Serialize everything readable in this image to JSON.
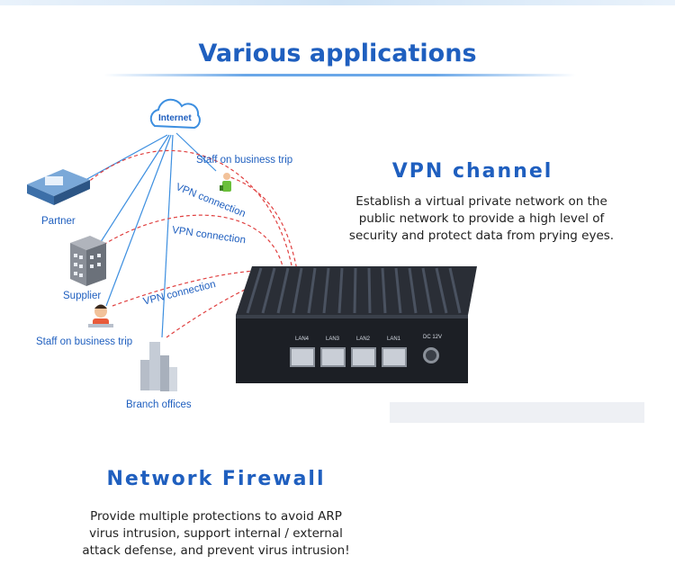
{
  "title": "Various applications",
  "diagram": {
    "cloud_label": "Internet",
    "partner": "Partner",
    "supplier": "Supplier",
    "staff_left": "Staff on business trip",
    "staff_top": "Staff on business trip",
    "branch": "Branch offices",
    "vpn_label_1": "VPN connection",
    "vpn_label_2": "VPN connection",
    "vpn_label_3": "VPN connection"
  },
  "device": {
    "ports": [
      "LAN4",
      "LAN3",
      "LAN2",
      "LAN1"
    ],
    "dc_label": "DC 12V"
  },
  "vpn": {
    "heading": "VPN channel",
    "desc_lines": [
      "Establish a virtual private network on the",
      "public network to provide a high level of",
      "security and protect data from prying eyes."
    ]
  },
  "firewall": {
    "heading": "Network Firewall",
    "desc_lines": [
      "Provide multiple protections to avoid ARP",
      "virus intrusion, support internal / external",
      "attack defense, and prevent virus intrusion!"
    ]
  },
  "colors": {
    "accent": "#1f5fbf",
    "link_line": "#3d8fe0",
    "vpn_dashes": "#e04040"
  }
}
